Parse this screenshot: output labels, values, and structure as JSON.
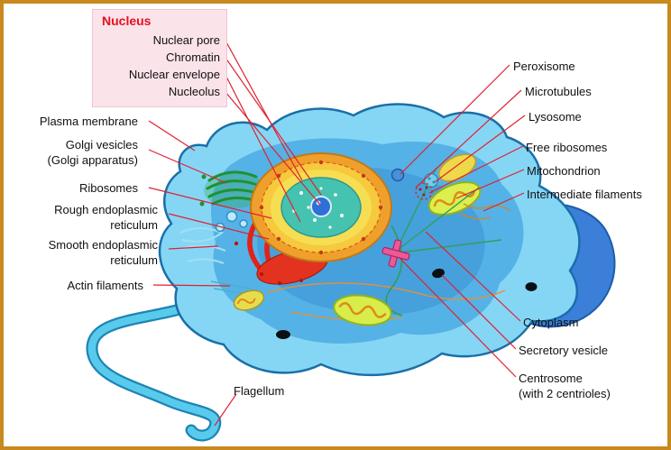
{
  "figure": {
    "subject": "Animal cell anatomy diagram"
  },
  "colors": {
    "frame_border": "#C8891E",
    "leader_line": "#E02030",
    "nucleus_heading": "#E8101E",
    "nucleus_box_bg": "#FBE3EA",
    "cell_rim": "#85D6F5",
    "cell_outline": "#1A6FA8",
    "cell_inner": "#55B2E6",
    "cell_dark_lobe": "#3B7FD9",
    "nucleus_envelope": "#EFA02C",
    "chromatin": "#46C2B0",
    "nucleolus": "#2E6FD8",
    "golgi": "#1E9232",
    "rough_er": "#E0231A",
    "mitochondrion": "#DCEF4E"
  },
  "nucleus_box": {
    "heading": "Nucleus",
    "items": [
      "Nuclear pore",
      "Chromatin",
      "Nuclear envelope",
      "Nucleolus"
    ]
  },
  "left_labels": {
    "plasma_membrane": "Plasma membrane",
    "golgi": {
      "l1": "Golgi vesicles",
      "l2": "(Golgi apparatus)"
    },
    "ribosomes": "Ribosomes",
    "rough_er": {
      "l1": "Rough endoplasmic",
      "l2": "reticulum"
    },
    "smooth_er": {
      "l1": "Smooth endoplasmic",
      "l2": "reticulum"
    },
    "actin_filaments": "Actin filaments",
    "flagellum": "Flagellum"
  },
  "right_labels": {
    "peroxisome": "Peroxisome",
    "microtubules": "Microtubules",
    "lysosome": "Lysosome",
    "free_ribosomes": "Free ribosomes",
    "mitochondrion": "Mitochondrion",
    "intermediate_filaments": "Intermediate filaments",
    "cytoplasm": "Cytoplasm",
    "secretory_vesicle": "Secretory vesicle",
    "centrosome": {
      "l1": "Centrosome",
      "l2": "(with 2 centrioles)"
    }
  }
}
